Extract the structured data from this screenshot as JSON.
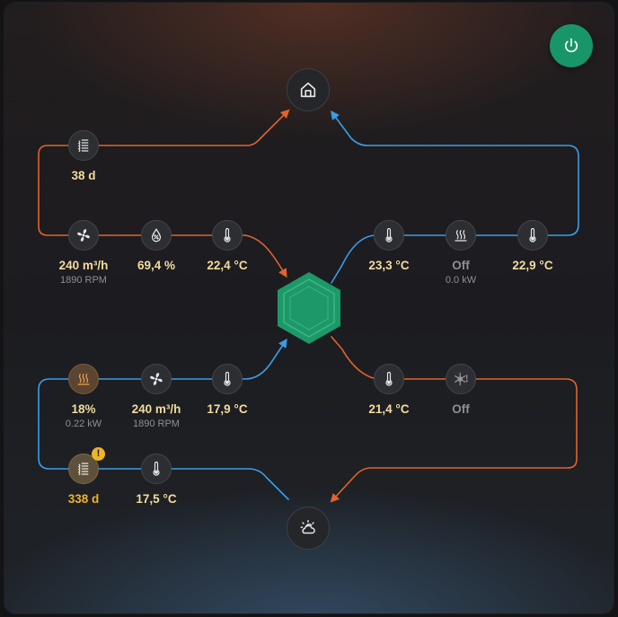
{
  "colors": {
    "exhaust": "#e2632c",
    "supply": "#3b9de8",
    "accent": "#19956a",
    "value": "#f2dc9c",
    "warning": "#f0b428",
    "muted": "#8d8f94"
  },
  "power": {
    "icon": "power-icon"
  },
  "house": {
    "icon": "house-icon"
  },
  "outdoor": {
    "icon": "sun-cloud-icon"
  },
  "heat_exchanger": {
    "icon": "hexagon-exchanger-icon"
  },
  "extract_filter": {
    "icon": "filter-icon",
    "value": "38 d"
  },
  "extract_fan": {
    "icon": "fan-icon",
    "value": "240 m³/h",
    "sub": "1890 RPM"
  },
  "extract_humidity": {
    "icon": "humidity-icon",
    "value": "69,4 %"
  },
  "extract_temp": {
    "icon": "thermometer-icon",
    "value": "22,4 °C"
  },
  "supply_temp_pre_heater": {
    "icon": "thermometer-icon",
    "value": "23,3 °C"
  },
  "post_heater": {
    "icon": "heater-icon",
    "value": "Off",
    "sub": "0.0 kW"
  },
  "supply_temp": {
    "icon": "thermometer-icon",
    "value": "22,9 °C"
  },
  "pre_heater": {
    "icon": "heater-icon",
    "value": "18%",
    "sub": "0.22 kW"
  },
  "supply_fan": {
    "icon": "fan-icon",
    "value": "240 m³/h",
    "sub": "1890 RPM"
  },
  "outdoor_temp_after_heater": {
    "icon": "thermometer-icon",
    "value": "17,9 °C"
  },
  "exhaust_temp": {
    "icon": "thermometer-icon",
    "value": "21,4 °C"
  },
  "defrost": {
    "icon": "defrost-icon",
    "value": "Off"
  },
  "outdoor_filter": {
    "icon": "filter-icon",
    "value": "338 d",
    "badge": "!"
  },
  "outdoor_temp": {
    "icon": "thermometer-icon",
    "value": "17,5 °C"
  }
}
